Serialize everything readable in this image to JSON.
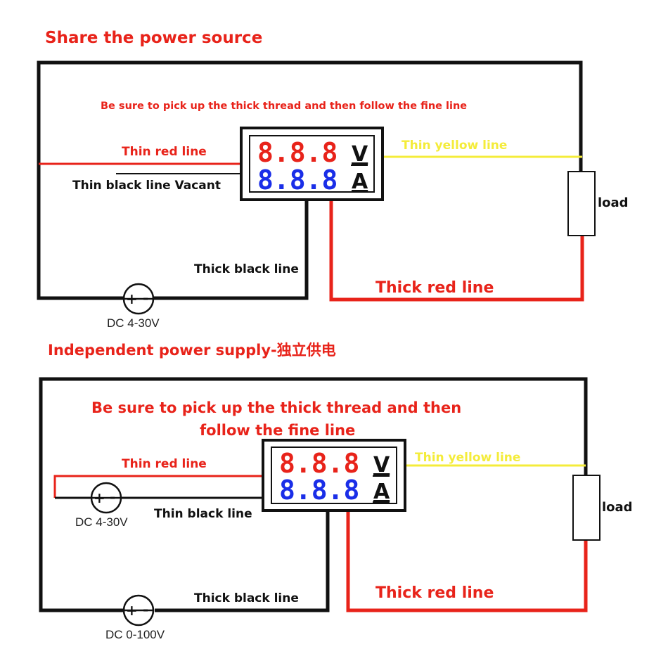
{
  "top": {
    "title": "Share the power source",
    "note": "Be sure to pick up the thick thread and then follow the fine line",
    "meter": {
      "volt_digits": "8.8.8",
      "amp_digits": "8.8.8",
      "volt_unit": "V",
      "amp_unit": "A"
    },
    "labels": {
      "thin_red": "Thin red line",
      "thin_black": "Thin black line Vacant",
      "thin_yellow": "Thin yellow line",
      "thick_black": "Thick black line",
      "thick_red": "Thick red line",
      "load": "load",
      "source": "DC 4-30V"
    }
  },
  "bottom": {
    "title": "Independent power supply-独立供电",
    "note_line1": "Be sure to pick up the thick thread and then",
    "note_line2": "follow the fine line",
    "meter": {
      "volt_digits": "8.8.8",
      "amp_digits": "8.8.8",
      "volt_unit": "V",
      "amp_unit": "A"
    },
    "labels": {
      "thin_red": "Thin red line",
      "thin_black": "Thin black line",
      "thin_yellow": "Thin yellow line",
      "thick_black": "Thick black line",
      "thick_red": "Thick red line",
      "load": "load",
      "source_small": "DC 4-30V",
      "source_main": "DC 0-100V"
    }
  },
  "colors": {
    "wire_black": "#111111",
    "wire_red": "#e8231a",
    "wire_yellow": "#f4ec3a",
    "digit_red": "#e8231a",
    "digit_blue": "#1a2ee8"
  }
}
